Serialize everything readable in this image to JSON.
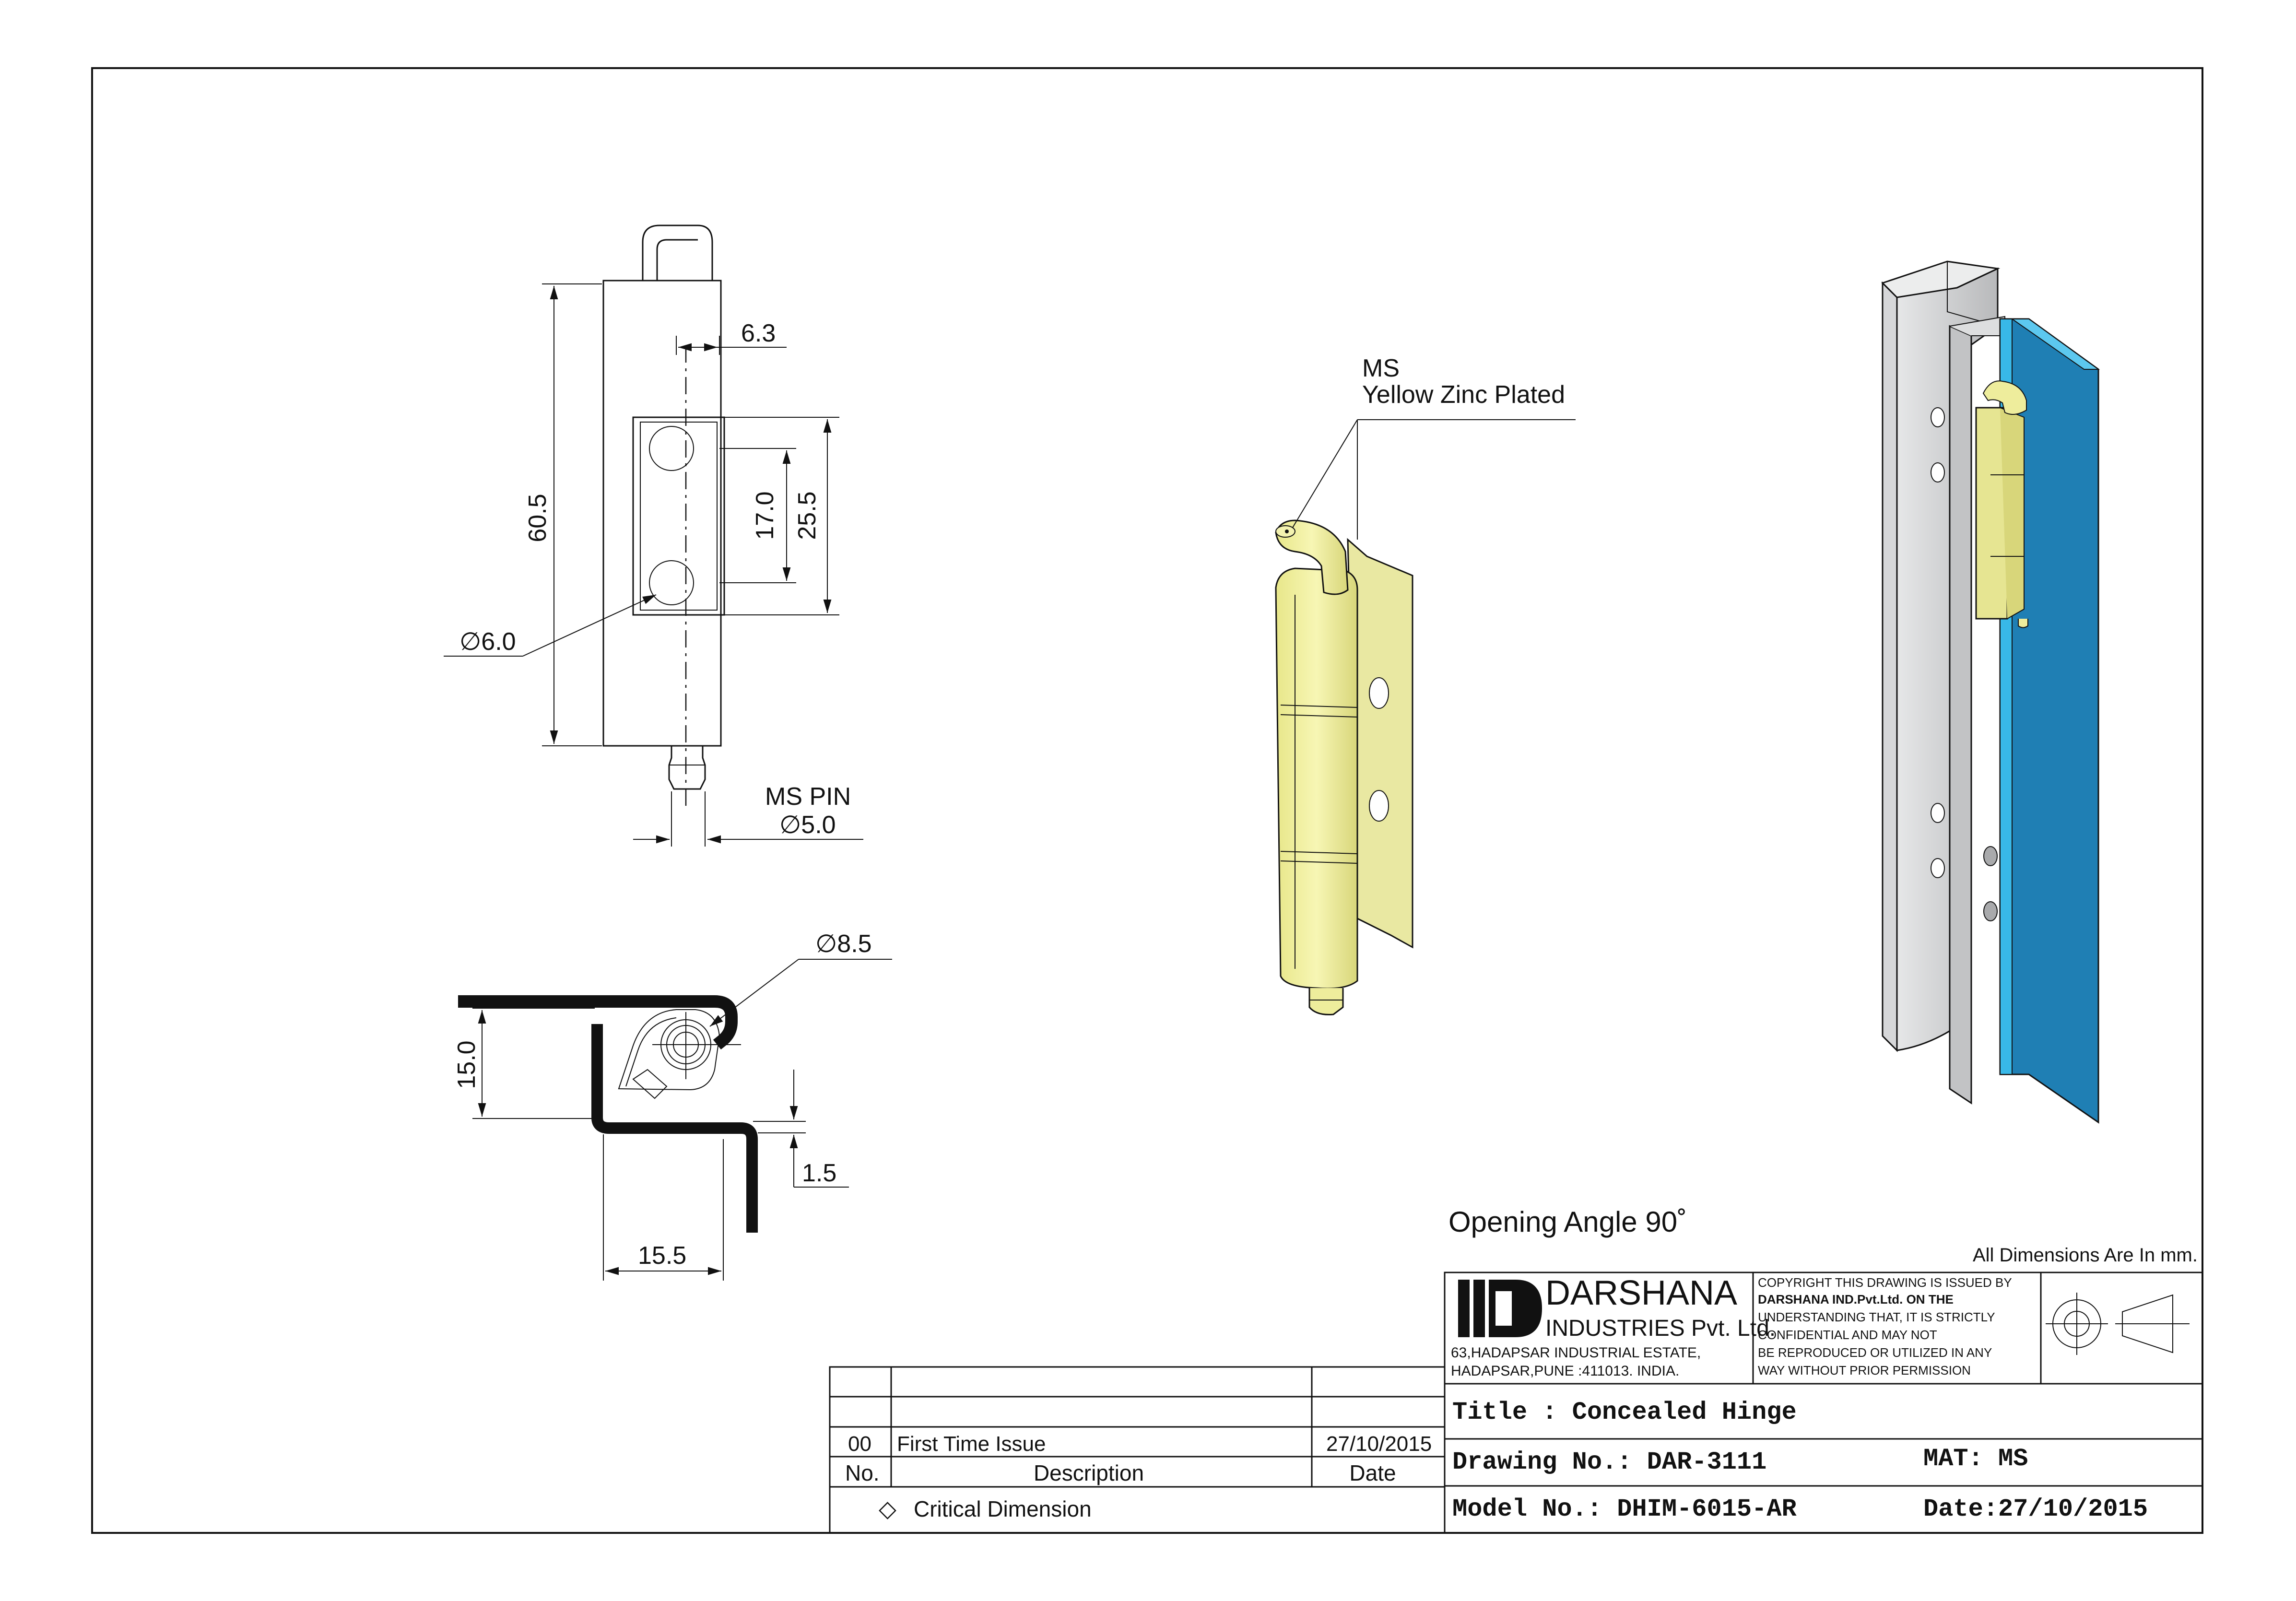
{
  "dimensions": {
    "d_6_3": "6.3",
    "d_60_5": "60.5",
    "d_17_0": "17.0",
    "d_25_5": "25.5",
    "d_phi_6_0": "∅6.0",
    "pin_label": "MS PIN",
    "d_phi_5_0": "∅5.0",
    "d_phi_8_5": "∅8.5",
    "d_15_0": "15.0",
    "d_1_5": "1.5",
    "d_15_5": "15.5"
  },
  "callout": {
    "material": "MS",
    "finish": "Yellow Zinc Plated"
  },
  "notes": {
    "opening_angle": "Opening Angle 90˚",
    "units": "All Dimensions Are In mm."
  },
  "company": {
    "name": "DARSHANA",
    "subname": "INDUSTRIES Pvt. Ltd.",
    "address1": "63,HADAPSAR INDUSTRIAL ESTATE,",
    "address2": "HADAPSAR,PUNE :411013. INDIA.",
    "copyright_lines": [
      "COPYRIGHT THIS DRAWING IS ISSUED BY",
      "DARSHANA IND.Pvt.Ltd. ON THE",
      "UNDERSTANDING THAT, IT IS STRICTLY",
      "CONFIDENTIAL AND MAY NOT",
      "BE REPRODUCED OR UTILIZED IN ANY",
      "WAY WITHOUT PRIOR PERMISSION"
    ]
  },
  "title_block": {
    "title": "Title : Concealed Hinge",
    "drawing_no": "Drawing No.: DAR-3111",
    "material": "MAT: MS",
    "model_no": "Model No.: DHIM-6015-AR",
    "date": "Date:27/10/2015"
  },
  "revision_table": {
    "rows": [
      {
        "no": "",
        "description": "",
        "date": ""
      },
      {
        "no": "",
        "description": "",
        "date": ""
      },
      {
        "no": "00",
        "description": "First Time Issue",
        "date": "27/10/2015"
      }
    ],
    "headers": {
      "no": "No.",
      "description": "Description",
      "date": "Date"
    },
    "critical_symbol": "◇",
    "critical_label": "Critical Dimension"
  },
  "colors": {
    "brass": "#f0ee9a",
    "brass_dark": "#c8c66a",
    "panel_blue": "#1f7fb4",
    "panel_cyan": "#38b8e8",
    "steel": "#cfd0d2"
  }
}
